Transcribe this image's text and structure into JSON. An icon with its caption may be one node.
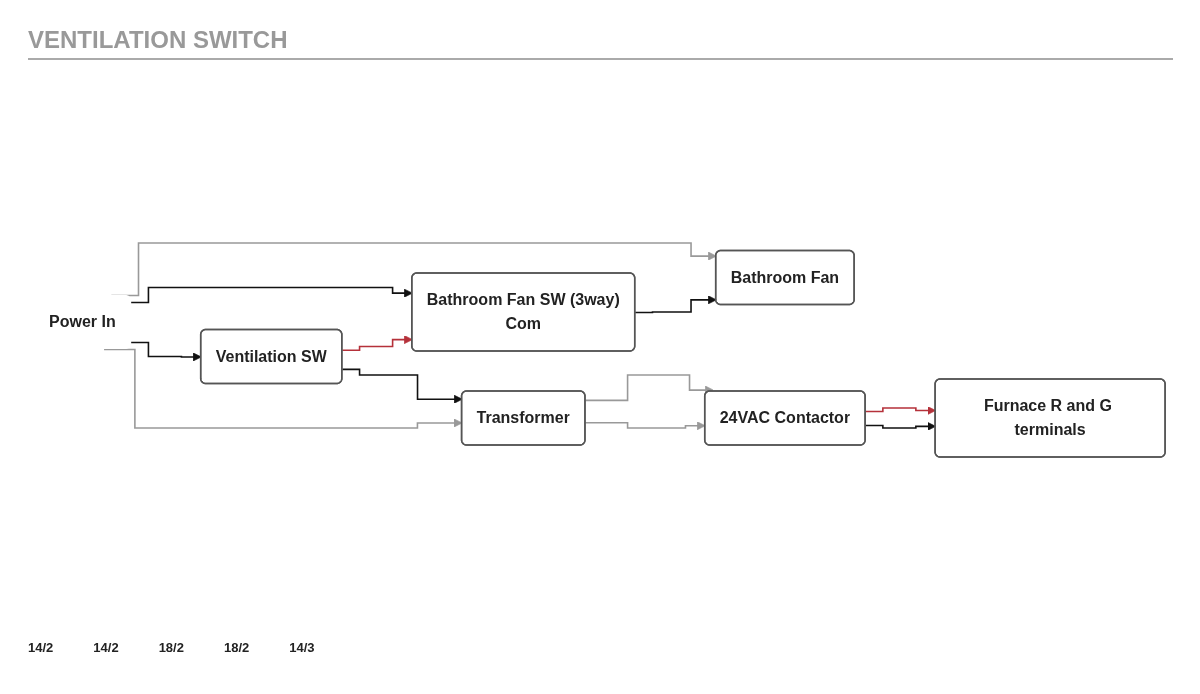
{
  "diagram": {
    "title": "VENTILATION SWITCH",
    "nodes": [
      {
        "text": [
          "Bathroom Fan"
        ]
      },
      {
        "text": [
          "Power In"
        ]
      },
      {
        "text": [
          "Bathroom Fan SW (3way)",
          "Com"
        ]
      },
      {
        "text": [
          "Ventilation SW"
        ]
      },
      {
        "text": [
          "Transformer"
        ]
      },
      {
        "text": [
          "24VAC Contactor"
        ]
      },
      {
        "text": [
          "Furnace R and G terminals"
        ]
      }
    ],
    "edges": [
      {
        "from": 1,
        "to": 0,
        "arrow": "to",
        "color": "#999999"
      },
      {
        "from": 2,
        "to": 0,
        "arrow": "to"
      },
      {
        "from": 1,
        "to": 2,
        "arrow": "to"
      },
      {
        "from": 3,
        "to": 2,
        "arrow": "to",
        "color": "#b5313a"
      },
      {
        "from": 1,
        "to": 3,
        "arrow": "to"
      },
      {
        "from": 3,
        "to": 4,
        "arrow": "to"
      },
      {
        "from": 1,
        "to": 4,
        "arrow": "to",
        "color": "#999999"
      },
      {
        "from": 4,
        "to": 5,
        "arrow": "to",
        "color": "#999999"
      },
      {
        "from": 4,
        "to": 5,
        "arrow": "to",
        "color": "#999999"
      },
      {
        "from": 5,
        "to": 6,
        "arrow": "to",
        "color": "#b5313a"
      },
      {
        "from": 5,
        "to": 6,
        "arrow": "to"
      }
    ],
    "labels": [
      "14/2",
      "14/2",
      "18/2",
      "18/2",
      "14/3"
    ]
  }
}
